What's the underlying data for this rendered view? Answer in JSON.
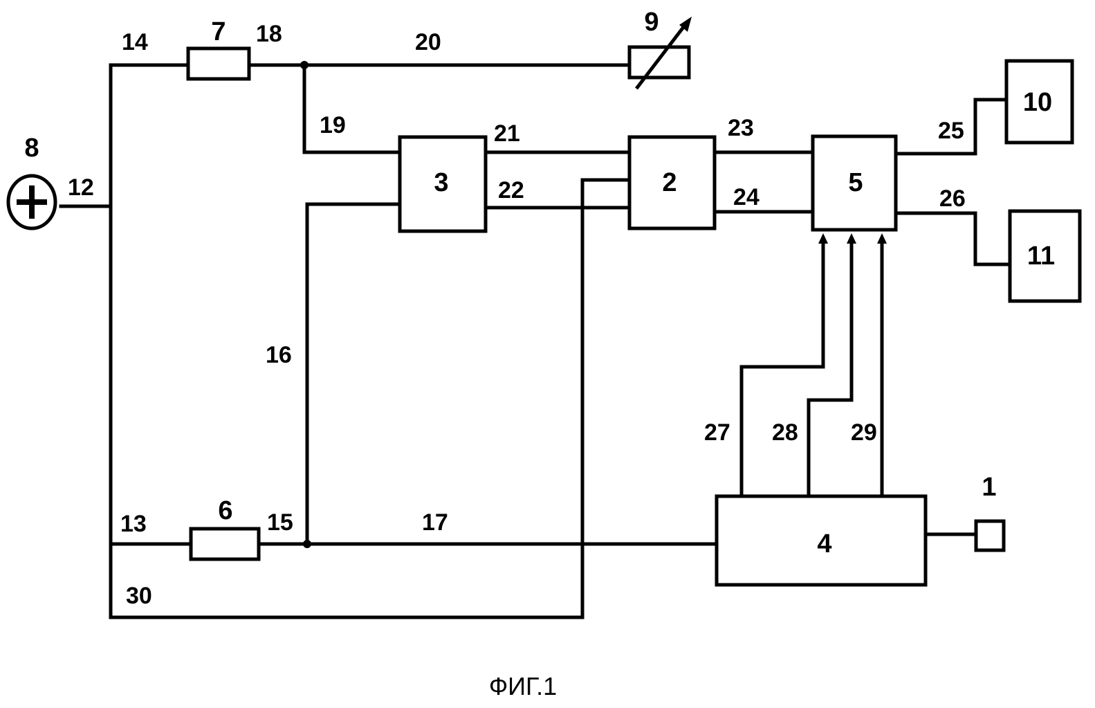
{
  "blocks": {
    "b1": "1",
    "b2": "2",
    "b3": "3",
    "b4": "4",
    "b5": "5",
    "b6": "6",
    "b7": "7",
    "b8": "8",
    "b9": "9",
    "b10": "10",
    "b11": "11"
  },
  "connections": {
    "c12": "12",
    "c13": "13",
    "c14": "14",
    "c15": "15",
    "c16": "16",
    "c17": "17",
    "c18": "18",
    "c19": "19",
    "c20": "20",
    "c21": "21",
    "c22": "22",
    "c23": "23",
    "c24": "24",
    "c25": "25",
    "c26": "26",
    "c27": "27",
    "c28": "28",
    "c29": "29",
    "c30": "30"
  },
  "caption": "ФИГ.1"
}
